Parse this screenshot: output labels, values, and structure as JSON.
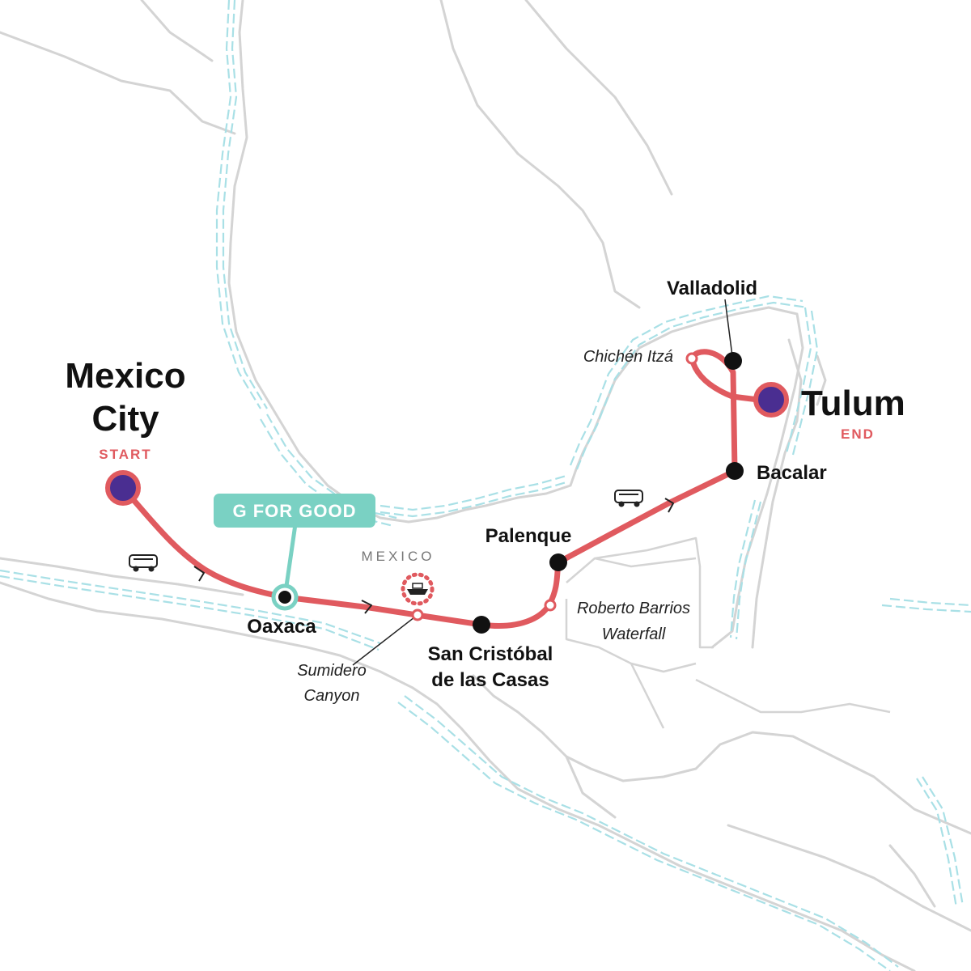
{
  "map": {
    "country_label": "MEXICO",
    "badge": "G FOR GOOD",
    "start": {
      "name_line1": "Mexico",
      "name_line2": "City",
      "tag": "START"
    },
    "end": {
      "name": "Tulum",
      "tag": "END"
    },
    "stops": {
      "oaxaca": "Oaxaca",
      "san_cristobal_line1": "San Cristóbal",
      "san_cristobal_line2": "de las Casas",
      "palenque": "Palenque",
      "bacalar": "Bacalar",
      "valladolid": "Valladolid"
    },
    "excursions": {
      "sumidero_line1": "Sumidero",
      "sumidero_line2": "Canyon",
      "roberto_line1": "Roberto Barrios",
      "roberto_line2": "Waterfall",
      "chichen": "Chichén Itzá"
    },
    "icons": {
      "transport": "bus-icon",
      "boat": "boat-icon",
      "direction": "arrow-chevron-icon"
    },
    "colors": {
      "route": "#e05a5f",
      "endpoint_fill": "#4a2e91",
      "good_badge": "#7ad1c3",
      "water_hatch": "#a9e0e6",
      "land_outline": "#d4d4d4"
    }
  }
}
